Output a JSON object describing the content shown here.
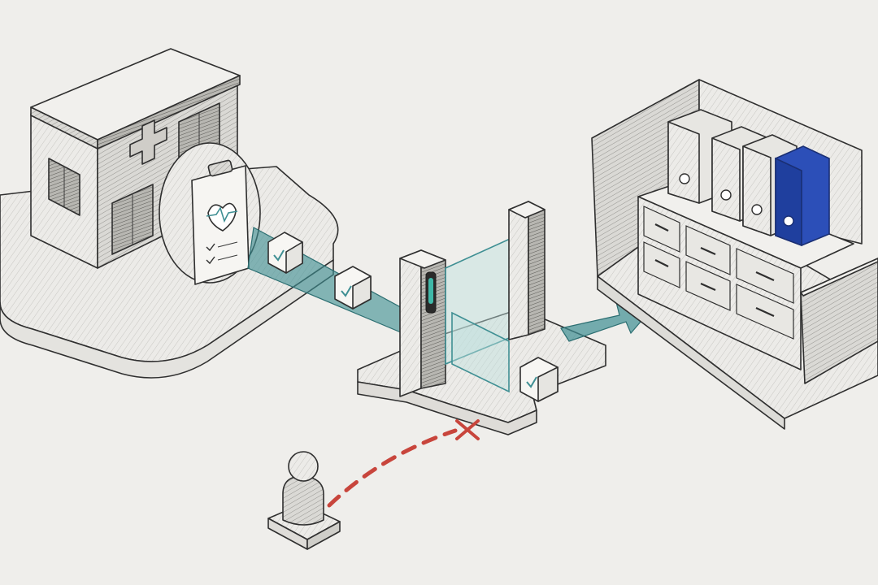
{
  "diagram": {
    "nodes": [
      {
        "id": "hospital",
        "icon": "hospital-building-icon"
      },
      {
        "id": "medical-record",
        "icon": "clipboard-heart-icon"
      },
      {
        "id": "security-gate",
        "icon": "turnstile-gate-icon"
      },
      {
        "id": "records-archive",
        "icon": "filing-cabinet-icon"
      },
      {
        "id": "unauthorized-person",
        "icon": "person-icon"
      }
    ],
    "flows": [
      {
        "from": "hospital",
        "to": "security-gate",
        "color": "#3f8f93",
        "status": "allowed"
      },
      {
        "from": "security-gate",
        "to": "records-archive",
        "color": "#3f8f93",
        "status": "allowed"
      },
      {
        "from": "unauthorized-person",
        "to": "security-gate",
        "color": "#c8453c",
        "status": "blocked"
      }
    ],
    "colors": {
      "accent_teal": "#3f8f93",
      "blocked_red": "#c8453c",
      "binder_blue": "#1f3f9e",
      "paper": "#efeeeb",
      "ink": "#2f2f2f"
    }
  }
}
